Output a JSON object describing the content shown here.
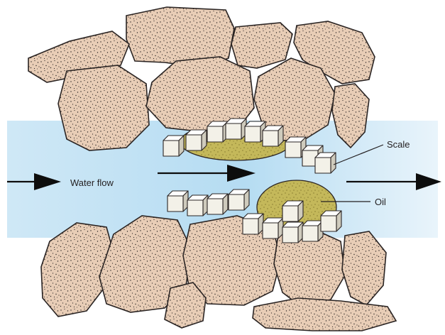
{
  "labels": {
    "water_flow": "Water flow",
    "scale": "Scale",
    "oil": "Oil"
  },
  "colors": {
    "rock_fill": "#e8cdb6",
    "rock_stroke": "#2a2423",
    "water_band": "#bfe0f3",
    "oil_fill": "#c4b85a",
    "scale_face": "#f3f1e8",
    "arrow": "#0d0d0d"
  }
}
